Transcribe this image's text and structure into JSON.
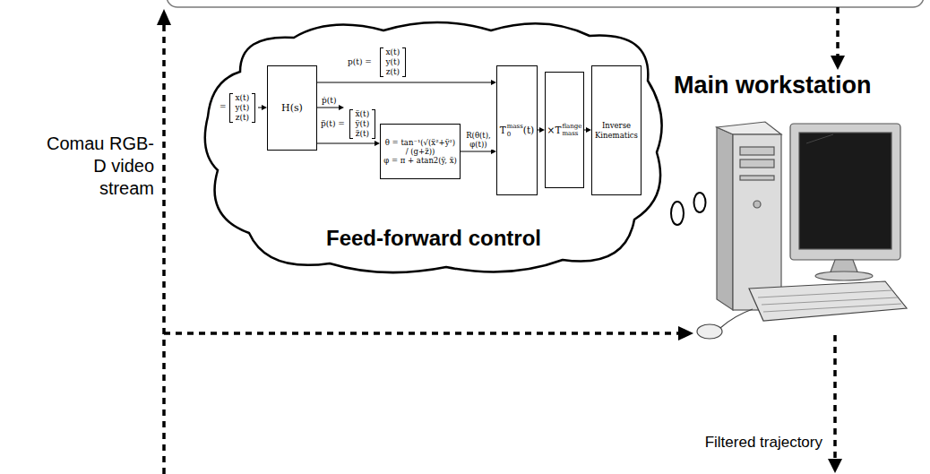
{
  "diagram": {
    "nodes": [
      {
        "text": [
          "Feed-forward control"
        ]
      },
      {
        "text": [
          "H(s)"
        ],
        "in": 0
      },
      {
        "text": [
          "θ = tan⁻¹(√(ẍ²+ÿ²) / (g+z̈))",
          "φ = π + atan2(ÿ, ẍ)"
        ],
        "in": 0
      },
      {
        "text": [
          "T",
          "mass",
          "0",
          "(t)"
        ],
        "in": 0
      },
      {
        "text": [
          "×T",
          "flange",
          "mass"
        ],
        "in": 0
      },
      {
        "text": [
          "Inverse Kinematics"
        ],
        "in": 0
      },
      {
        "text": [
          "Main workstation"
        ]
      }
    ],
    "edges": [
      {
        "from": 1,
        "to": 3,
        "arrow": "to"
      },
      {
        "from": 1,
        "to": 2,
        "arrow": "to"
      },
      {
        "from": 2,
        "to": 3,
        "label": "R(θ(t), φ(t))",
        "arrow": "to"
      },
      {
        "from": 3,
        "to": 4,
        "arrow": "to"
      },
      {
        "from": 4,
        "to": 5,
        "arrow": "to"
      }
    ],
    "labels": [
      "Comau RGB-D video stream",
      "=",
      "x(t) y(t) z(t)",
      "p(t) =",
      "x(t) y(t) z(t)",
      "ṗ(t)",
      "p̈(t) =",
      "ẍ(t) ÿ(t) z̈(t)",
      "Filtered trajectory"
    ]
  }
}
